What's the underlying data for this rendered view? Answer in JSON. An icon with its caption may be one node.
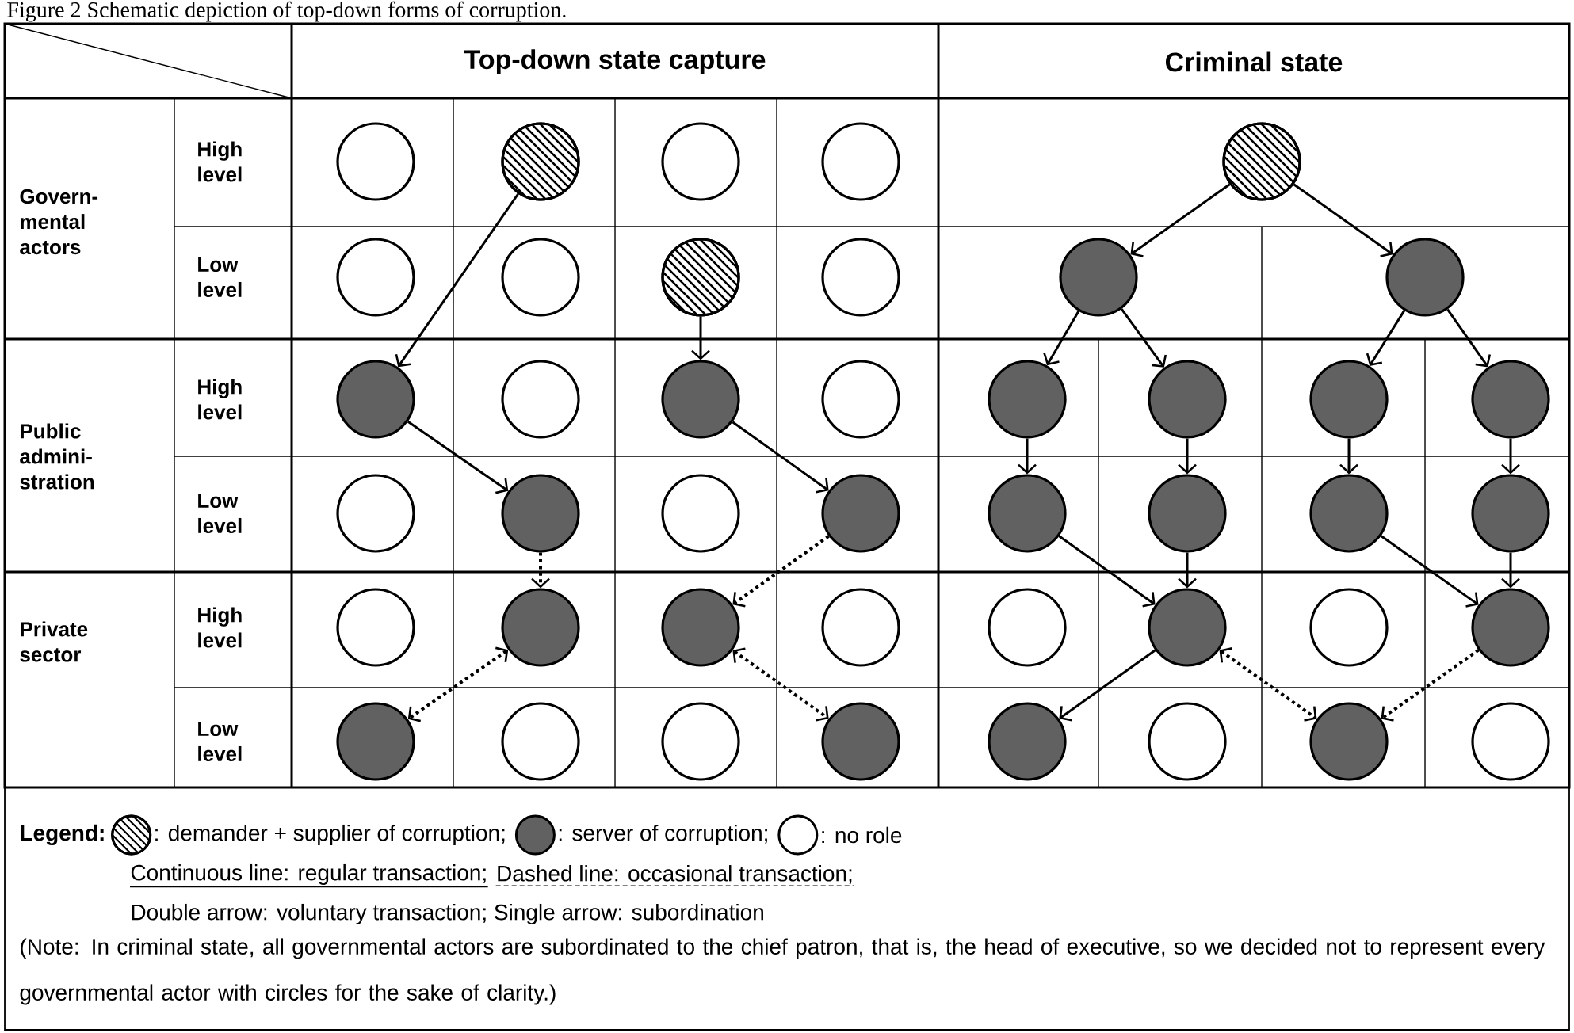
{
  "diagram": {
    "title": "Figure 2 Schematic depiction of top-down forms of corruption.",
    "nodes": [
      {
        "text": [],
        "shape": "circle"
      },
      {
        "text": [],
        "shape": "circle"
      },
      {
        "text": [],
        "shape": "circle"
      },
      {
        "text": [],
        "shape": "circle"
      },
      {
        "text": [],
        "shape": "circle"
      },
      {
        "text": [],
        "shape": "circle"
      },
      {
        "text": [],
        "shape": "circle"
      },
      {
        "text": [],
        "shape": "circle"
      },
      {
        "text": [],
        "shape": "circle"
      },
      {
        "text": [],
        "shape": "circle"
      },
      {
        "text": [],
        "shape": "circle"
      },
      {
        "text": [],
        "shape": "circle"
      },
      {
        "text": [],
        "shape": "circle"
      },
      {
        "text": [],
        "shape": "circle"
      },
      {
        "text": [],
        "shape": "circle"
      },
      {
        "text": [],
        "shape": "circle"
      },
      {
        "text": [],
        "shape": "circle"
      },
      {
        "text": [],
        "shape": "circle"
      },
      {
        "text": [],
        "shape": "circle"
      },
      {
        "text": [],
        "shape": "circle"
      },
      {
        "text": [],
        "shape": "circle"
      },
      {
        "text": [],
        "shape": "circle"
      },
      {
        "text": [],
        "shape": "circle"
      },
      {
        "text": [],
        "shape": "circle"
      },
      {
        "text": [],
        "shape": "circle"
      },
      {
        "text": [],
        "shape": "circle"
      },
      {
        "text": [],
        "shape": "circle"
      },
      {
        "text": [],
        "shape": "circle"
      },
      {
        "text": [],
        "shape": "circle"
      },
      {
        "text": [],
        "shape": "circle"
      },
      {
        "text": [],
        "shape": "circle"
      },
      {
        "text": [],
        "shape": "circle"
      },
      {
        "text": [],
        "shape": "circle"
      },
      {
        "text": [],
        "shape": "circle"
      },
      {
        "text": [],
        "shape": "circle"
      },
      {
        "text": [],
        "shape": "circle"
      },
      {
        "text": [],
        "shape": "circle"
      },
      {
        "text": [],
        "shape": "circle"
      },
      {
        "text": [],
        "shape": "circle"
      },
      {
        "text": [],
        "shape": "circle"
      },
      {
        "text": [],
        "shape": "circle"
      },
      {
        "text": [],
        "shape": "circle"
      },
      {
        "text": [],
        "shape": "circle"
      }
    ],
    "edges": [
      {
        "from": 1,
        "to": 8,
        "arrow": "to"
      },
      {
        "from": 6,
        "to": 10,
        "arrow": "to"
      },
      {
        "from": 8,
        "to": 13,
        "arrow": "to"
      },
      {
        "from": 10,
        "to": 15,
        "arrow": "to"
      },
      {
        "from": 13,
        "to": 17,
        "arrow": "to",
        "style": "dashed"
      },
      {
        "from": 15,
        "to": 18,
        "arrow": "to",
        "style": "dashed"
      },
      {
        "from": 17,
        "to": 20,
        "arrow": "both",
        "style": "dashed"
      },
      {
        "from": 18,
        "to": 23,
        "arrow": "both",
        "style": "dashed"
      },
      {
        "from": 24,
        "to": 25,
        "arrow": "to"
      },
      {
        "from": 24,
        "to": 26,
        "arrow": "to"
      },
      {
        "from": 25,
        "to": 27,
        "arrow": "to"
      },
      {
        "from": 25,
        "to": 28,
        "arrow": "to"
      },
      {
        "from": 26,
        "to": 29,
        "arrow": "to"
      },
      {
        "from": 26,
        "to": 30,
        "arrow": "to"
      },
      {
        "from": 27,
        "to": 31,
        "arrow": "to"
      },
      {
        "from": 28,
        "to": 32,
        "arrow": "to"
      },
      {
        "from": 29,
        "to": 33,
        "arrow": "to"
      },
      {
        "from": 30,
        "to": 34,
        "arrow": "to"
      },
      {
        "from": 31,
        "to": 36,
        "arrow": "to"
      },
      {
        "from": 32,
        "to": 36,
        "arrow": "to"
      },
      {
        "from": 33,
        "to": 38,
        "arrow": "to"
      },
      {
        "from": 34,
        "to": 38,
        "arrow": "to"
      },
      {
        "from": 36,
        "to": 39,
        "arrow": "to"
      },
      {
        "from": 36,
        "to": 41,
        "arrow": "both",
        "style": "dashed"
      },
      {
        "from": 38,
        "to": 41,
        "arrow": "to",
        "style": "dashed"
      }
    ],
    "labels": [
      "Top-down state capture",
      "Criminal state",
      "Govern- mental actors",
      "High level",
      "Low level",
      "Public admini- stration",
      "High level",
      "Low level",
      "Private sector",
      "High level",
      "Low level",
      "Legend:",
      "Continuous line: regular transaction;",
      "Dashed line: occasional transaction;",
      "Double arrow: voluntary transaction; Single arrow: subordination",
      "(Note: In criminal state, all governmental actors are subordinated to the chief patron, that is, the head of executive, so we decided not to represent every governmental actor with circles for the sake of clarity.)"
    ],
    "legend": [
      {
        "text": ": demander + supplier of corruption;"
      },
      {
        "text": ": server of corruption;"
      },
      {
        "text": ": no role"
      }
    ]
  }
}
